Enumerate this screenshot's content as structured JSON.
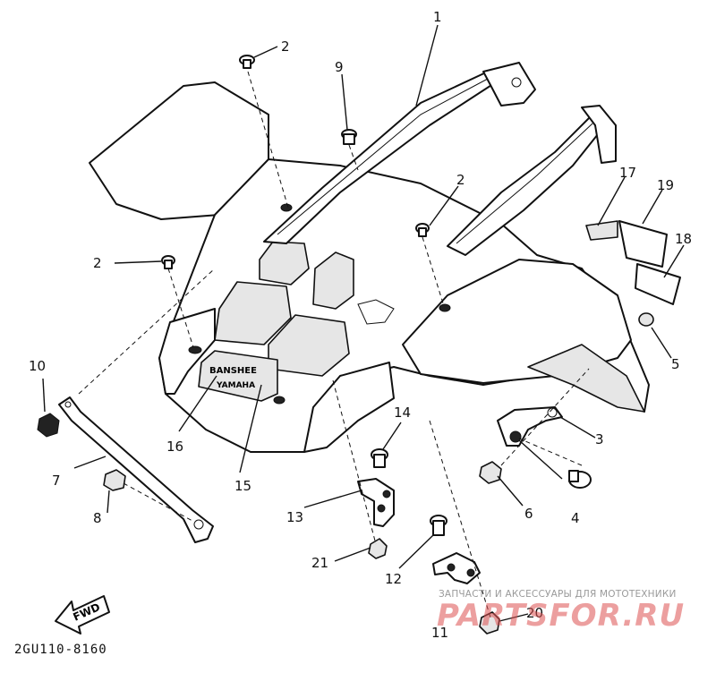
{
  "diagram": {
    "code": "2GU110-8160",
    "fwd_label": "FWD",
    "decal_text_1": "BANSHEE",
    "decal_text_2": "YAMAHA",
    "callouts": [
      "1",
      "2",
      "2",
      "2",
      "3",
      "4",
      "5",
      "6",
      "7",
      "8",
      "9",
      "10",
      "11",
      "12",
      "13",
      "14",
      "15",
      "16",
      "17",
      "18",
      "19",
      "20",
      "21"
    ]
  },
  "watermark": {
    "tagline": "ЗАПЧАСТИ И АКСЕССУАРЫ ДЛЯ МОТОТЕХНИКИ",
    "brand": "PARTSFOR.RU"
  }
}
